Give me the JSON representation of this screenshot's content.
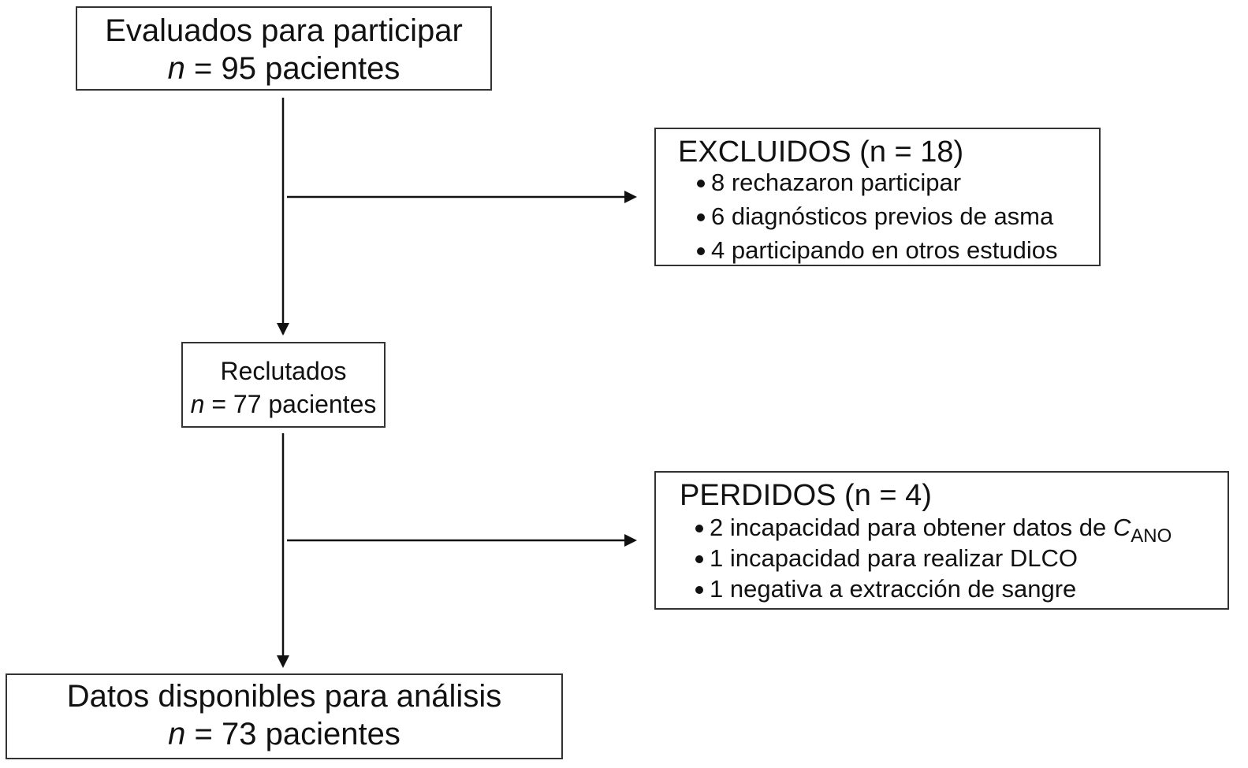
{
  "boxes": {
    "evaluated": {
      "title": "Evaluados para participar",
      "n_symbol": "n",
      "count_text": " = 95 pacientes"
    },
    "excluded": {
      "title": "EXCLUIDOS (n = 18)",
      "items": [
        "8 rechazaron participar",
        "6 diagnósticos previos de asma",
        "4 participando en otros estudios"
      ]
    },
    "recruited": {
      "title": "Reclutados",
      "n_symbol": "n",
      "count_text": " = 77 pacientes"
    },
    "lost": {
      "title": "PERDIDOS (n = 4)",
      "items": [
        "2 incapacidad para obtener datos de ",
        "1 incapacidad para realizar DLCO",
        "1 negativa a extracción de sangre"
      ],
      "item0_symbol": "C",
      "item0_subscript": "ANO"
    },
    "available": {
      "title": "Datos disponibles para análisis",
      "n_symbol": "n",
      "count_text": " = 73 pacientes"
    }
  },
  "colors": {
    "stroke": "#111111",
    "box_border": "#333333"
  }
}
